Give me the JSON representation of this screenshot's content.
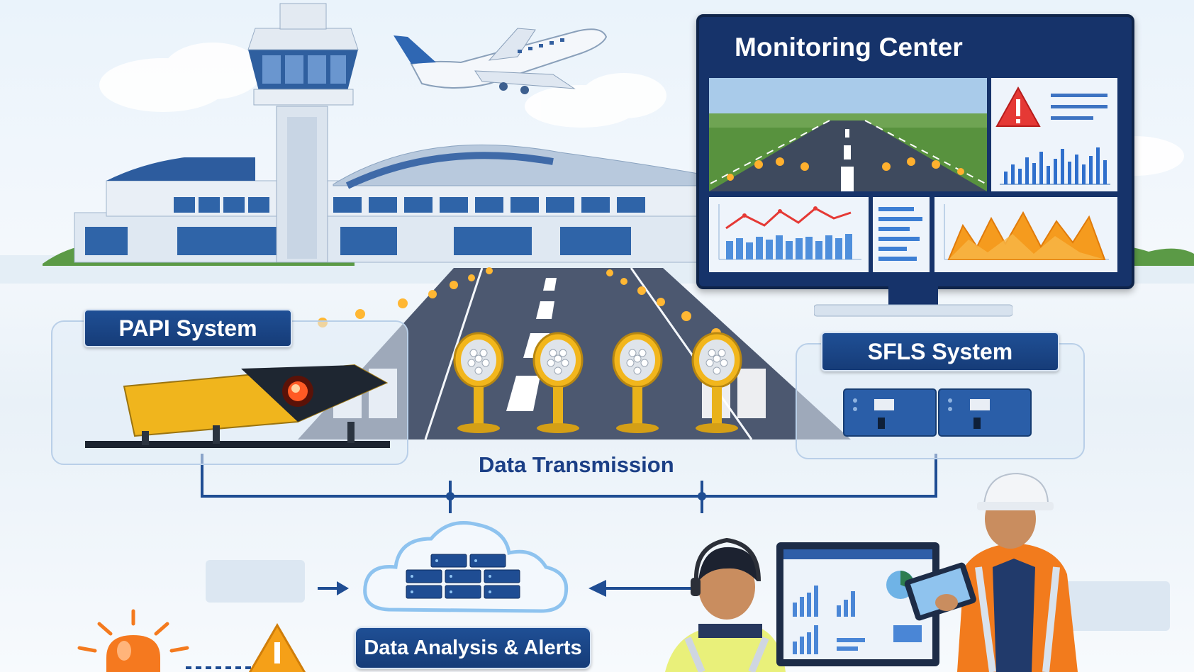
{
  "monitoring_center": {
    "title": "Monitoring Center"
  },
  "papi": {
    "label": "PAPI System"
  },
  "sfls": {
    "label": "SFLS System"
  },
  "data_transmission": {
    "label": "Data Transmission"
  },
  "data_analysis": {
    "label": "Data Analysis & Alerts"
  },
  "colors": {
    "brand_blue": "#1b4a8f",
    "accent_orange": "#f5a018",
    "alert_red": "#e53935",
    "light_yellow": "#f2c318"
  },
  "icons": [
    "control-tower-icon",
    "airplane-icon",
    "warning-icon",
    "cloud-server-icon",
    "alarm-beacon-icon"
  ]
}
